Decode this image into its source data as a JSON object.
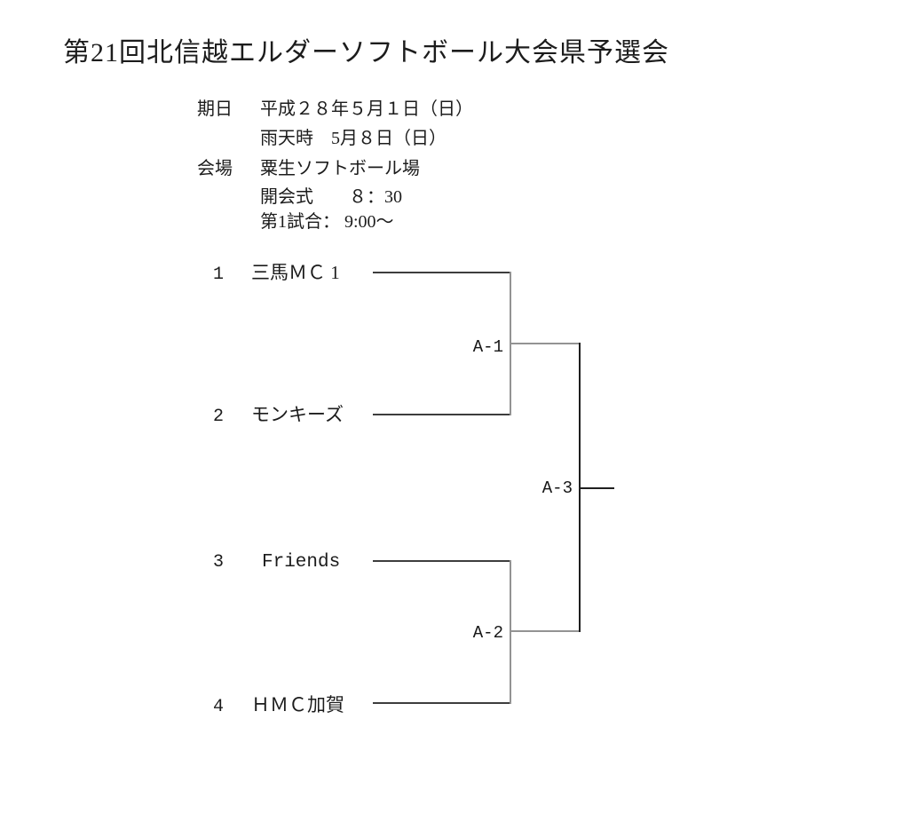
{
  "title": "第21回北信越エルダーソフトボール大会県予選会",
  "info": {
    "date_label": "期日",
    "date_value": "平成２８年５月１日（日）",
    "rain_date": "雨天時　5月８日（日）",
    "venue_label": "会場",
    "venue_value": "粟生ソフトボール場",
    "opening_ceremony": "開会式　　８：30",
    "first_game": "第1試合：  9:00～"
  },
  "bracket": {
    "teams": [
      {
        "seed": "1",
        "name": "三馬ＭＣ 1"
      },
      {
        "seed": "2",
        "name": "モンキーズ"
      },
      {
        "seed": "3",
        "name": "Friends"
      },
      {
        "seed": "4",
        "name": "ＨＭＣ加賀"
      }
    ],
    "matches": [
      {
        "label": "A-1"
      },
      {
        "label": "A-2"
      },
      {
        "label": "A-3"
      }
    ]
  }
}
